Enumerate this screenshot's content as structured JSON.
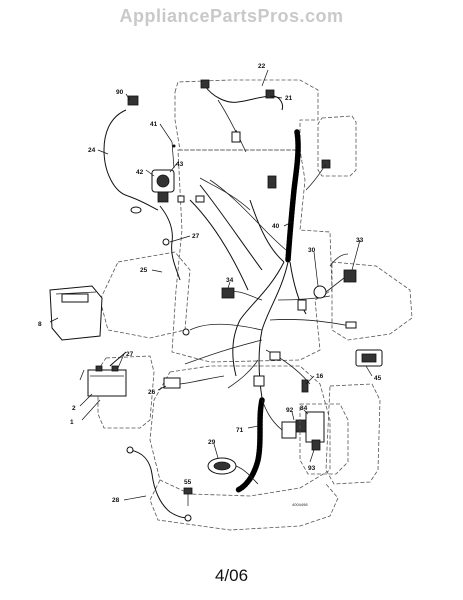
{
  "watermark": "AppliancePartsPros.com",
  "page_label": "4/06",
  "drawing_number": "4004498",
  "callouts": {
    "c1": "1",
    "c2": "2",
    "c8": "8",
    "c16": "16",
    "c21": "21",
    "c22": "22",
    "c24": "24",
    "c25": "25",
    "c26": "26",
    "c27a": "27",
    "c27b": "27",
    "c28": "28",
    "c29": "29",
    "c30": "30",
    "c33": "33",
    "c34": "34",
    "c40": "40",
    "c41": "41",
    "c42": "42",
    "c43": "43",
    "c45": "45",
    "c55": "55",
    "c71": "71",
    "c84": "84",
    "c90": "90",
    "c92": "92",
    "c93": "93"
  }
}
